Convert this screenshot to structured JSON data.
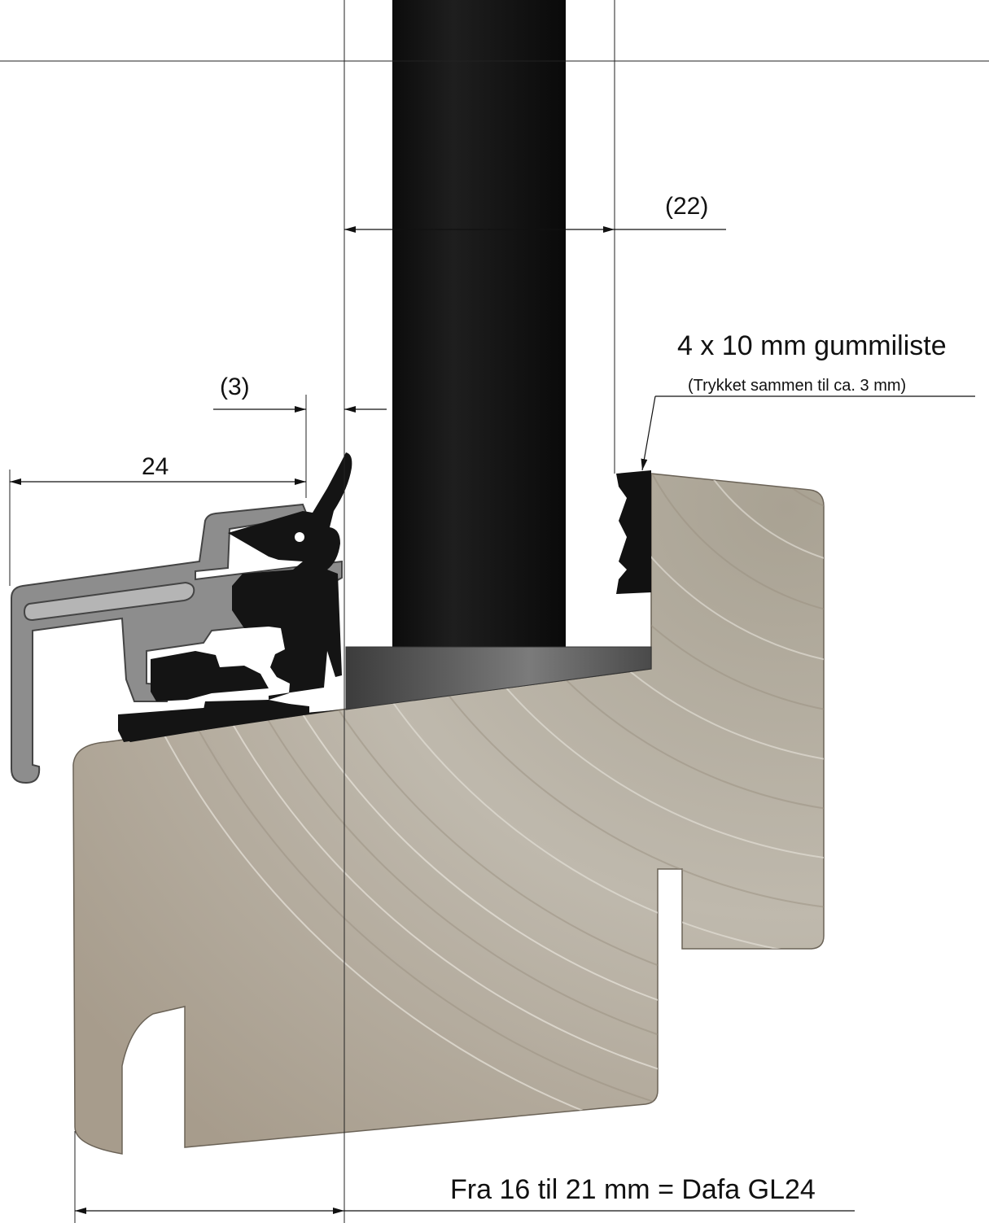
{
  "dimensions": {
    "glass_thickness": "(22)",
    "gap": "(3)",
    "bead_width": "24"
  },
  "annotations": {
    "rubber_strip": "4 x 10 mm gummiliste",
    "rubber_strip_note": "(Trykket sammen til ca. 3 mm)",
    "range_note": "Fra 16 til 21 mm = Dafa GL24"
  },
  "colors": {
    "glass": "#141414",
    "wood": "#b3aca0",
    "wood_grain": "#8e8577",
    "aluminium": "#8a8a8a",
    "gasket": "#111111",
    "setting_block": "#6e6e6e",
    "line": "#222222"
  }
}
